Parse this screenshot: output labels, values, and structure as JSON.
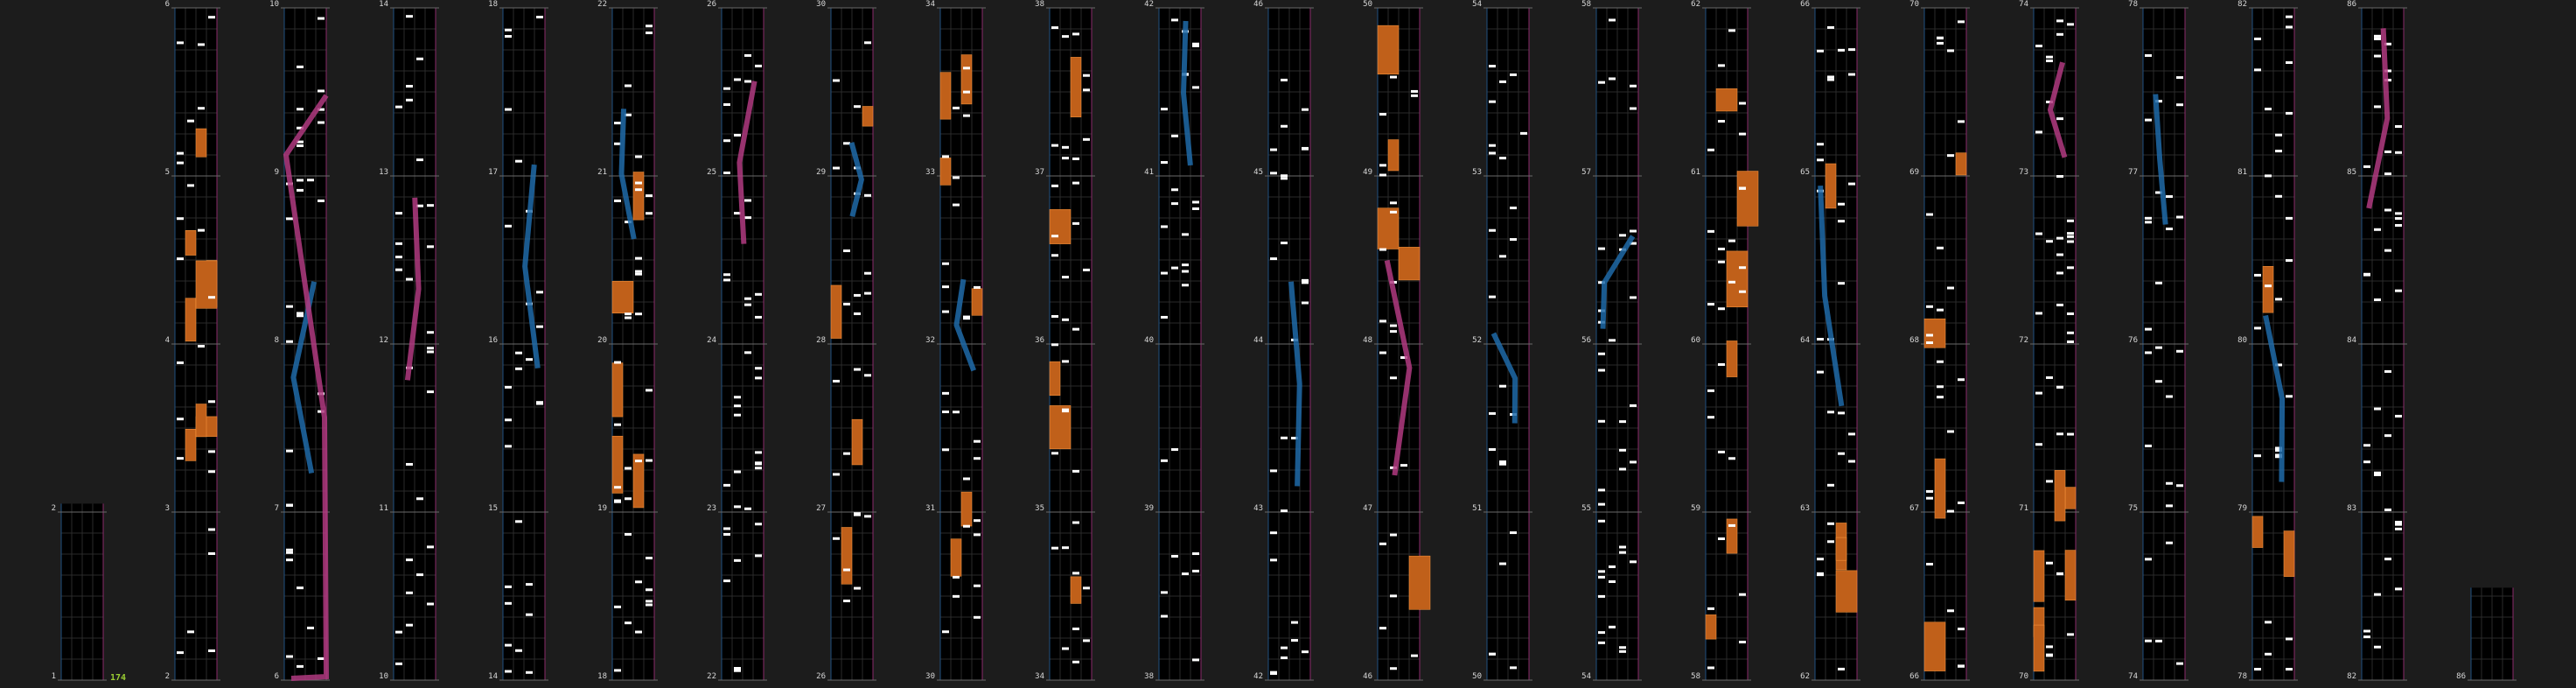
{
  "title": "",
  "combo_label": "174",
  "colors": {
    "background": "#1c1c1c",
    "lane_bg": "#000000",
    "grid": "#2a2a2a",
    "measure_line": "#6a6a6a",
    "left_edge": "#1f4f80",
    "right_edge": "#8a2a6a",
    "tap_note": "#ffffff",
    "hold": "#c0601a",
    "hold_edge": "#ff9a40",
    "slide_left": "#1e6aa8",
    "slide_right": "#b03a80",
    "combo": "#9acd32"
  },
  "columns": [
    {
      "measures": [
        1,
        2
      ]
    },
    {
      "measures": [
        2,
        3,
        4,
        5,
        6
      ]
    },
    {
      "measures": [
        6,
        7,
        8,
        9,
        10
      ]
    },
    {
      "measures": [
        10,
        11,
        12,
        13,
        14
      ]
    },
    {
      "measures": [
        14,
        15,
        16,
        17,
        18
      ]
    },
    {
      "measures": [
        18,
        19,
        20,
        21,
        22
      ]
    },
    {
      "measures": [
        22,
        23,
        24,
        25,
        26
      ]
    },
    {
      "measures": [
        26,
        27,
        28,
        29,
        30
      ]
    },
    {
      "measures": [
        30,
        31,
        32,
        33,
        34
      ]
    },
    {
      "measures": [
        34,
        35,
        36,
        37,
        38
      ]
    },
    {
      "measures": [
        38,
        39,
        40,
        41,
        42
      ]
    },
    {
      "measures": [
        42,
        43,
        44,
        45,
        46
      ]
    },
    {
      "measures": [
        46,
        47,
        48,
        49,
        50
      ]
    },
    {
      "measures": [
        50,
        51,
        52,
        53,
        54
      ]
    },
    {
      "measures": [
        54,
        55,
        56,
        57,
        58
      ]
    },
    {
      "measures": [
        58,
        59,
        60,
        61,
        62
      ]
    },
    {
      "measures": [
        62,
        63,
        64,
        65,
        66
      ]
    },
    {
      "measures": [
        66,
        67,
        68,
        69,
        70
      ]
    },
    {
      "measures": [
        70,
        71,
        72,
        73,
        74
      ]
    },
    {
      "measures": [
        74,
        75,
        76,
        77,
        78
      ]
    },
    {
      "measures": [
        78,
        79,
        80,
        81,
        82
      ]
    },
    {
      "measures": [
        82,
        83,
        84,
        85,
        86
      ]
    },
    {
      "measures": [
        86
      ]
    }
  ]
}
